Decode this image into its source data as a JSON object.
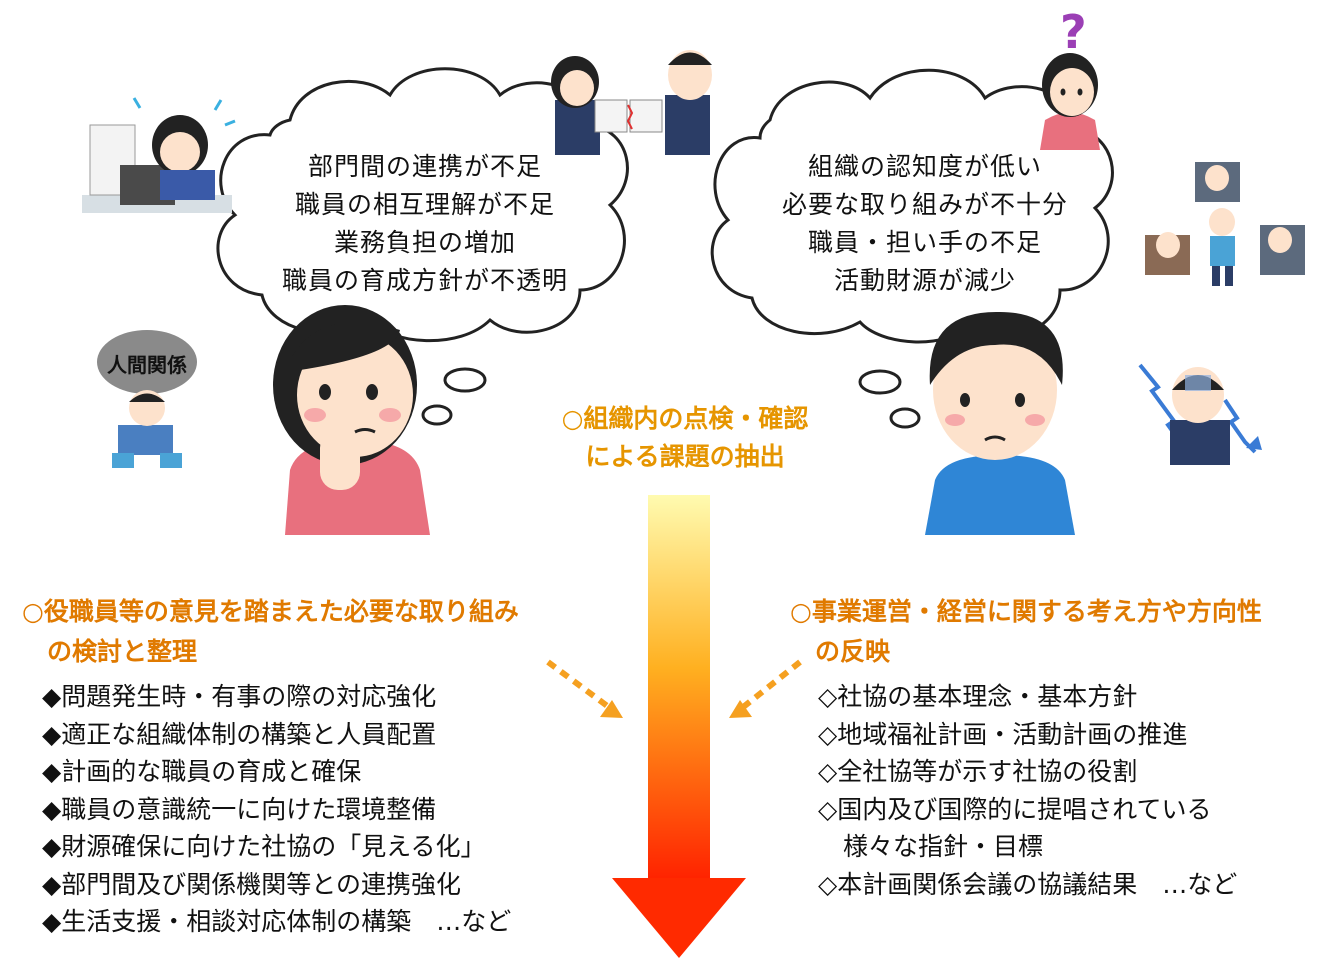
{
  "left_bubble": {
    "lines": [
      "部門間の連携が不足",
      "職員の相互理解が不足",
      "業務負担の増加",
      "職員の育成方針が不透明"
    ]
  },
  "right_bubble": {
    "lines": [
      "組織の認知度が低い",
      "必要な取り組みが不十分",
      "職員・担い手の不足",
      "活動財源が減少"
    ]
  },
  "center": {
    "lines": [
      "○組織内の点検・確認",
      "による課題の抽出"
    ]
  },
  "left_panel": {
    "heading_lines": [
      "○役職員等の意見を踏まえた必要な取り組み",
      "　の検討と整理"
    ],
    "items": [
      "◆問題発生時・有事の際の対応強化",
      "◆適正な組織体制の構築と人員配置",
      "◆計画的な職員の育成と確保",
      "◆職員の意識統一に向けた環境整備",
      "◆財源確保に向けた社協の「見える化」",
      "◆部門間及び関係機関等との連携強化",
      "◆生活支援・相談対応体制の構築　…など"
    ]
  },
  "right_panel": {
    "heading_lines": [
      "○事業運営・経営に関する考え方や方向性",
      "　の反映"
    ],
    "items": [
      "◇社協の基本理念・基本方針",
      "◇地域福祉計画・活動計画の推進",
      "◇全社協等が示す社協の役割",
      "◇国内及び国際的に提唱されている",
      "　様々な指針・目標",
      "◇本計画関係会議の協議結果　…など"
    ]
  },
  "illustration_labels": {
    "burden_rock": "人間関係",
    "question_mark": "?"
  },
  "colors": {
    "accent_orange": "#e07a00",
    "arrow_top": "#fff9a8",
    "arrow_bottom": "#ff2a00",
    "woman_sweater": "#e8707e",
    "man_shirt": "#2f86d6",
    "bubble_stroke": "#222222"
  }
}
